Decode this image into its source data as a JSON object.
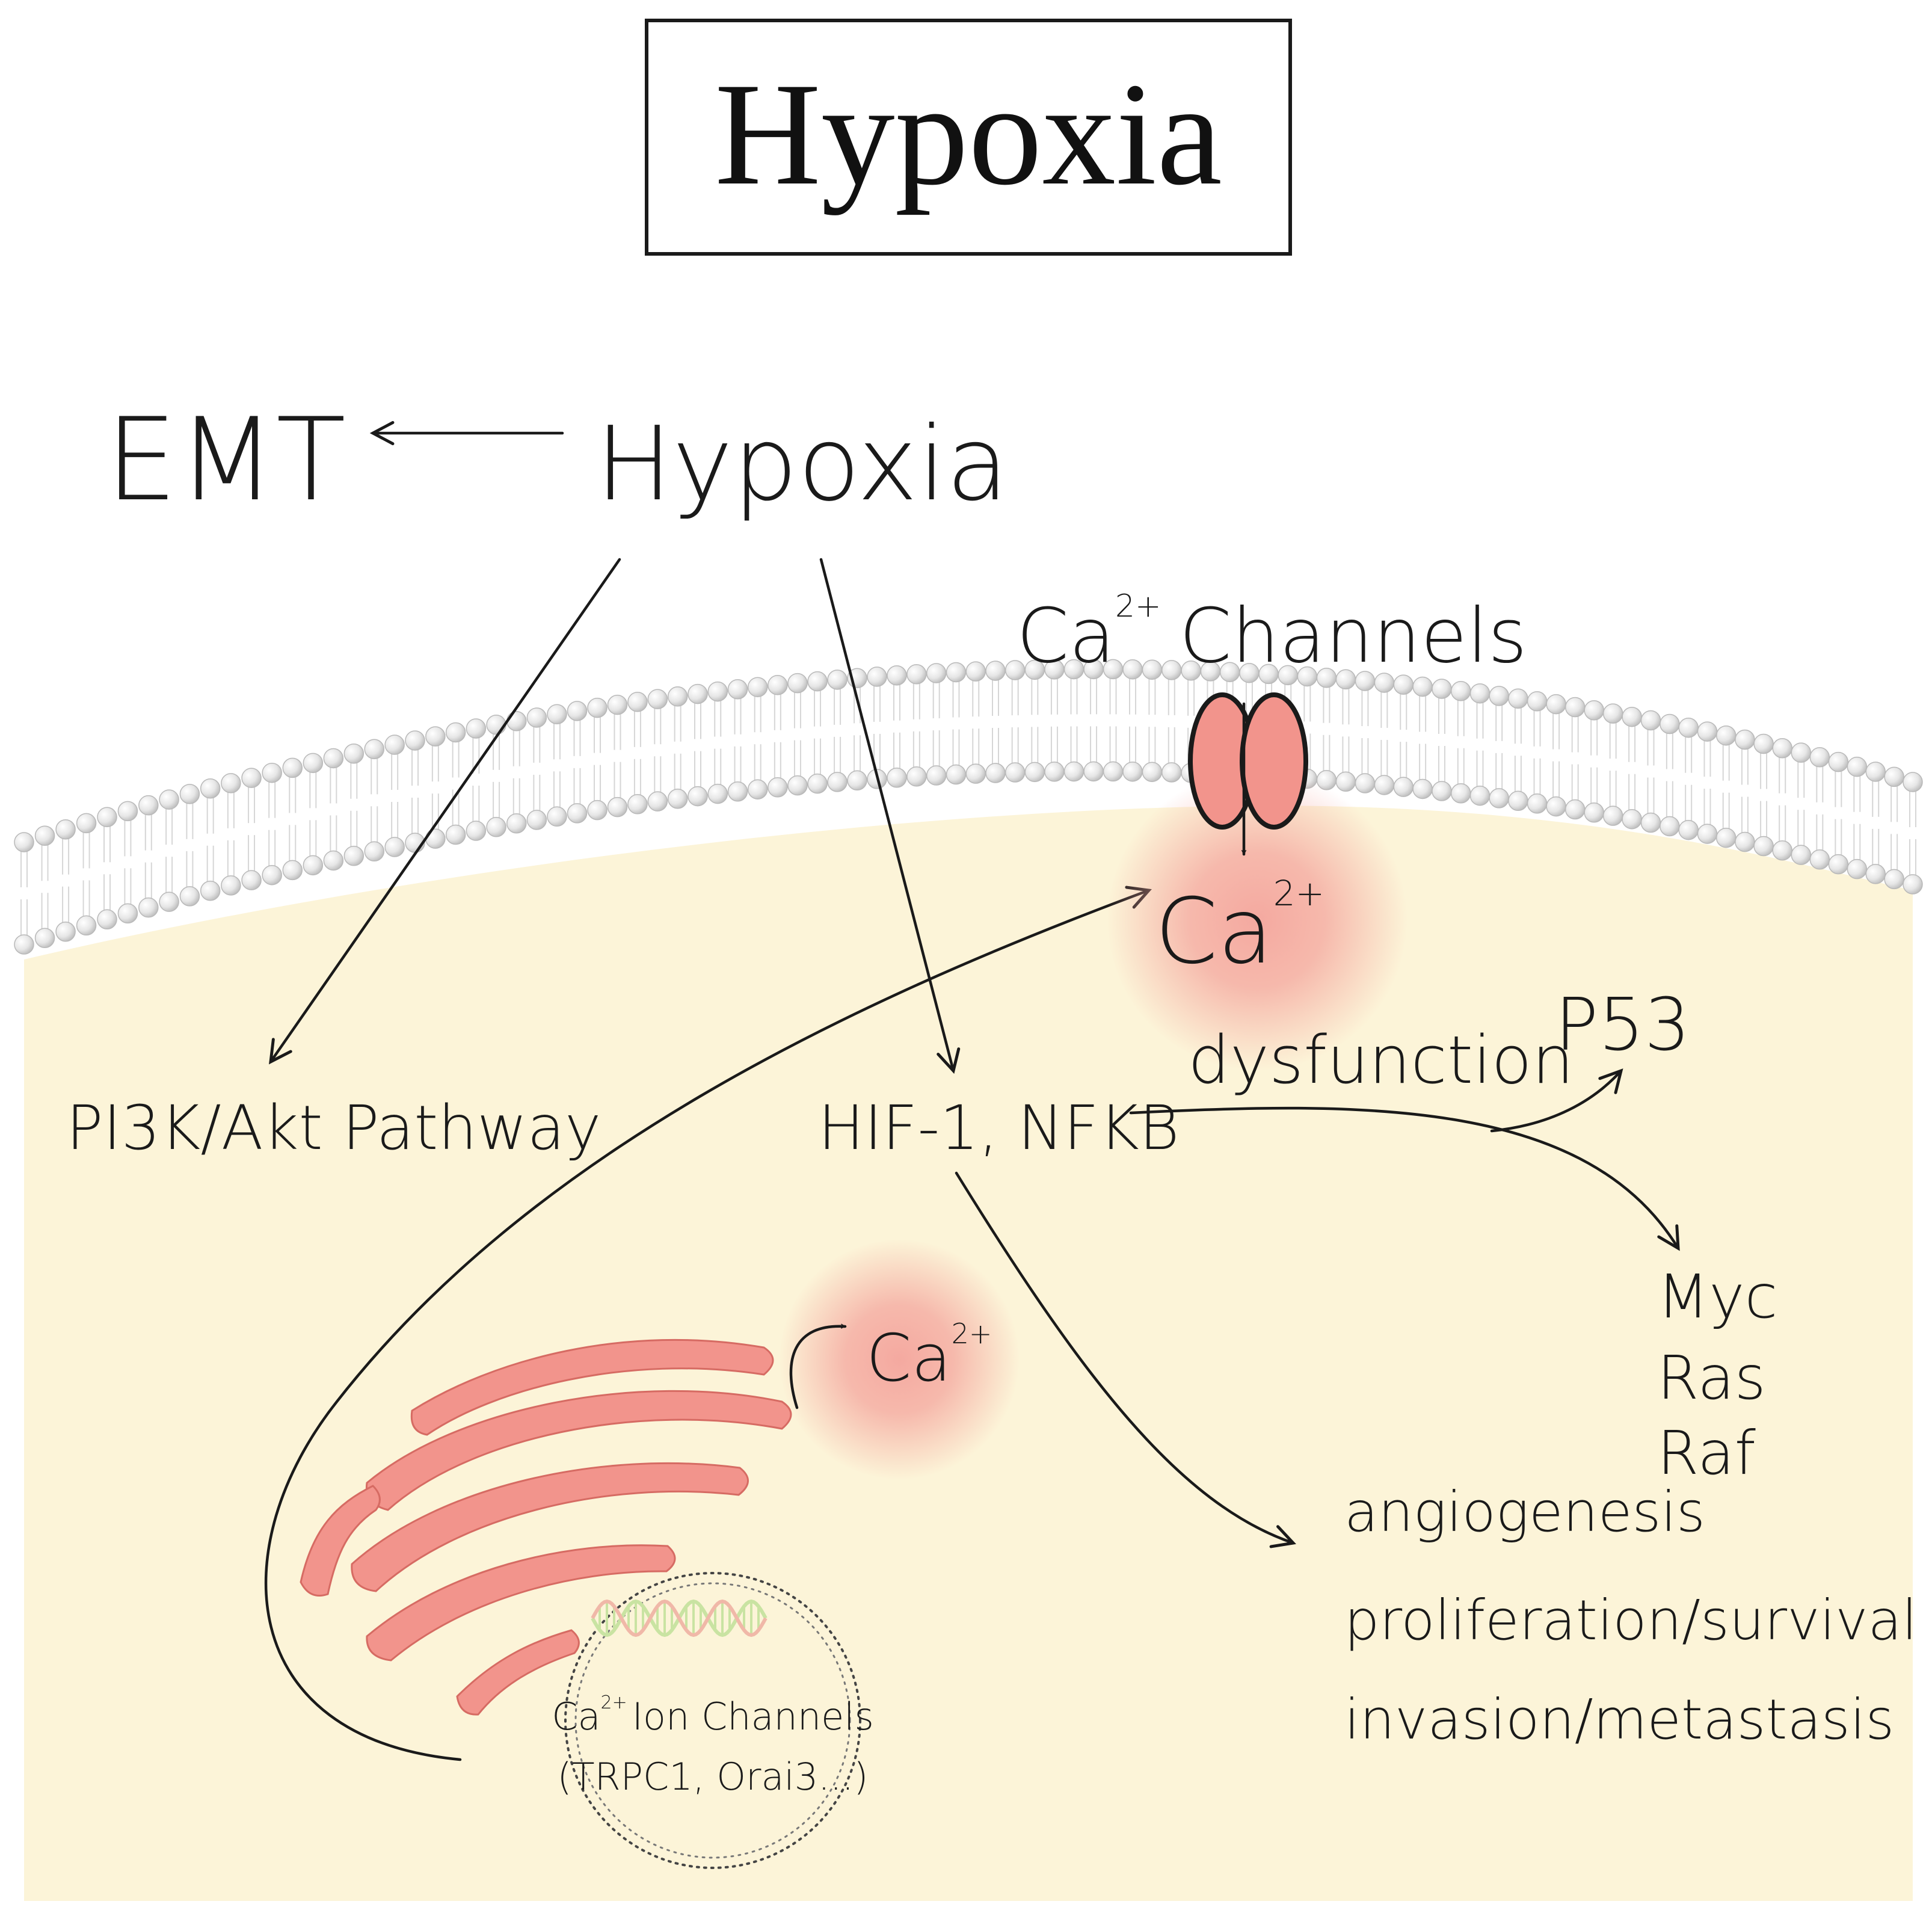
{
  "header": {
    "title": "Hypoxia"
  },
  "nodes": {
    "emt": "EMT",
    "hypoxia": "Hypoxia",
    "pi3k": "PI3K/Akt Pathway",
    "hif": "HIF-1, NFKB",
    "ca_channels": {
      "base": "Ca",
      "sup": "2+",
      "rest": "Channels"
    },
    "ca_cytosol": {
      "base": "Ca",
      "sup": "2+"
    },
    "dysfunction": "dysfunction",
    "p53": "P53",
    "oncogenes": [
      "Myc",
      "Ras",
      "Raf"
    ],
    "outcomes": [
      "angiogenesis",
      "proliferation/survival",
      "invasion/metastasis"
    ],
    "ca_er": {
      "base": "Ca",
      "sup": "2+"
    },
    "nucleus": {
      "base": "Ca",
      "sup": "2+",
      "line1_rest": "Ion Channels",
      "line2": "(TRPC1, Orai3...)"
    }
  },
  "colors": {
    "cytoplasm": "#fcf4d8",
    "calcium_glow": "#f4a59d",
    "channel": "#f2948c",
    "membrane": "#e4e4e4",
    "dna_a": "#c9e3a2",
    "dna_b": "#f0b8a8"
  }
}
